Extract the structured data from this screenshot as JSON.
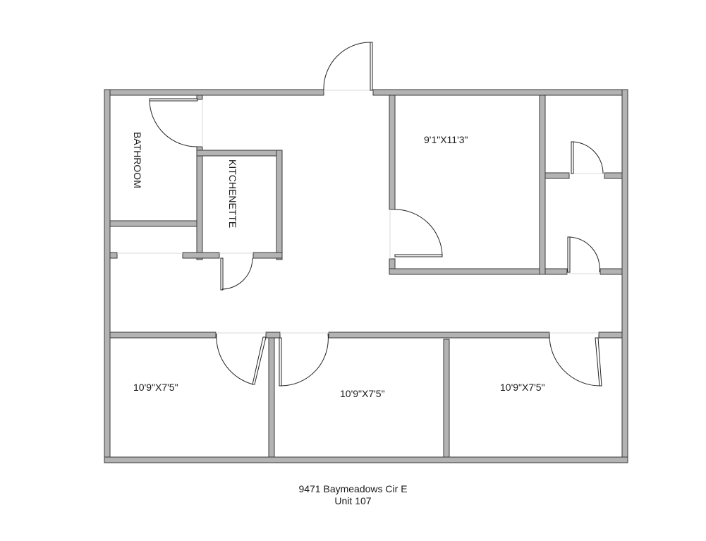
{
  "floor_plan": {
    "rooms": [
      {
        "id": "bathroom",
        "label": "BATHROOM",
        "orientation": "vertical"
      },
      {
        "id": "kitchenette",
        "label": "KITCHENETTE",
        "orientation": "vertical"
      },
      {
        "id": "office-1",
        "label": "9'1\"X11'3\""
      },
      {
        "id": "office-2",
        "label": "10'9\"X7'5\""
      },
      {
        "id": "office-3",
        "label": "10'9\"X7'5\""
      },
      {
        "id": "office-4",
        "label": "10'9\"X7'5\""
      }
    ],
    "colors": {
      "wall_fill": "#b3b3b3",
      "wall_outline": "#3a3a3a",
      "background": "#ffffff"
    }
  },
  "caption": {
    "address": "9471 Baymeadows Cir E",
    "unit": "Unit 107"
  }
}
